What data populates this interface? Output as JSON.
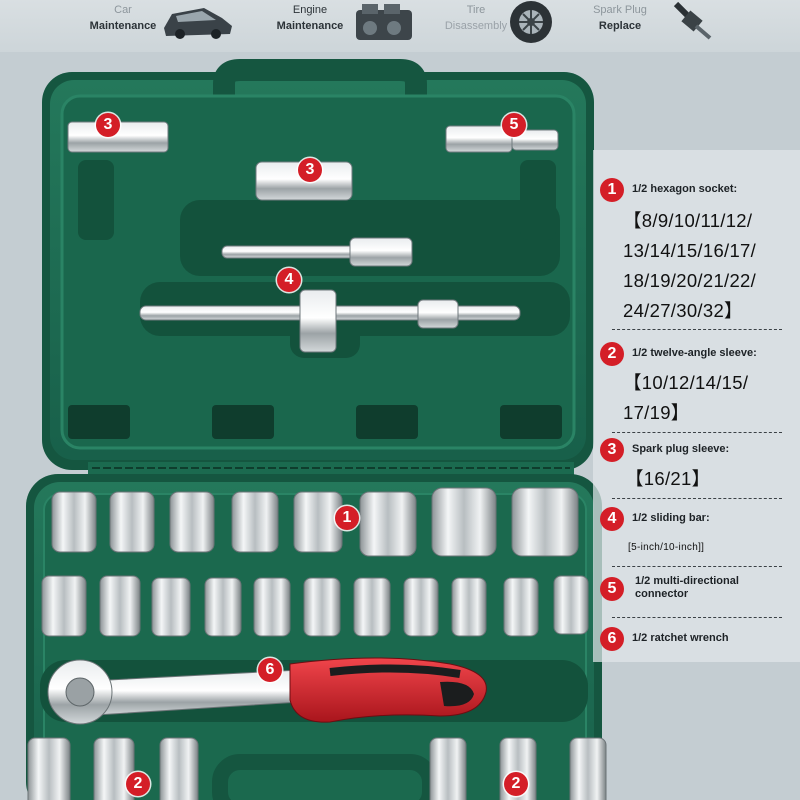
{
  "usage_strip": [
    {
      "line1": "Car",
      "line2": "Maintenance",
      "icon": "car-icon"
    },
    {
      "line1": "Engine",
      "line2": "Maintenance",
      "icon": "engine-icon"
    },
    {
      "line1": "Tire",
      "line2": "Disassembly",
      "icon": "tire-icon"
    },
    {
      "line1": "Spark Plug",
      "line2": "Replace",
      "icon": "spark-plug-icon"
    }
  ],
  "legend": [
    {
      "num": "1",
      "label": "1/2 hexagon socket:",
      "sizes": [
        "【8/9/10/11/12/",
        "13/14/15/16/17/",
        "18/19/20/21/22/",
        "24/27/30/32】"
      ]
    },
    {
      "num": "2",
      "label": "1/2 twelve-angle sleeve:",
      "sizes": [
        "【10/12/14/15/",
        "17/19】"
      ]
    },
    {
      "num": "3",
      "label": "Spark plug sleeve:",
      "sizes": [
        "【16/21】"
      ]
    },
    {
      "num": "4",
      "label": "1/2 sliding bar:",
      "sizes": [
        "[5-inch/10-inch]]"
      ]
    },
    {
      "num": "5",
      "label": "1/2 multi-directional connector"
    },
    {
      "num": "6",
      "label": "1/2 ratchet wrench"
    }
  ],
  "photo_callouts": [
    "3",
    "3",
    "5",
    "4",
    "1",
    "6",
    "2",
    "2"
  ],
  "colors": {
    "case": "#1e6b50",
    "case_dark": "#155640",
    "badge": "#d41e27",
    "handle": "#d82830"
  }
}
